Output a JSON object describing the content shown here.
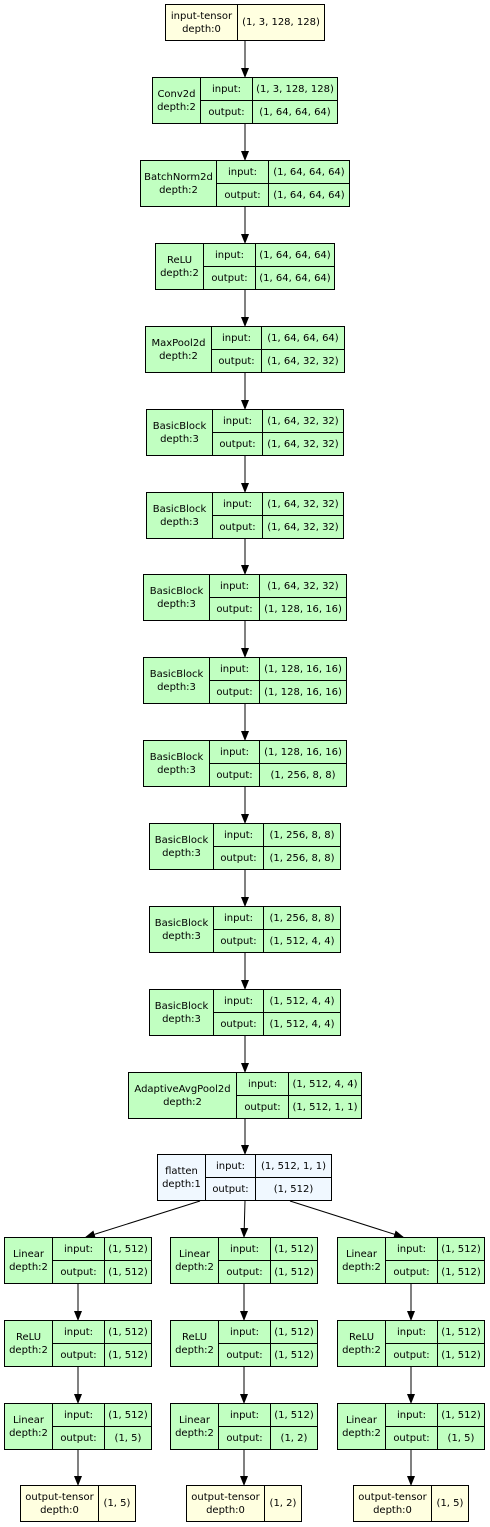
{
  "io_labels": {
    "input": "input:",
    "output": "output:"
  },
  "input_tensor": {
    "name": "input-tensor",
    "depth": "depth:0",
    "shape": "(1, 3, 128, 128)"
  },
  "trunk": [
    {
      "name": "Conv2d",
      "depth": "depth:2",
      "input": "(1, 3, 128, 128)",
      "output": "(1, 64, 64, 64)"
    },
    {
      "name": "BatchNorm2d",
      "depth": "depth:2",
      "input": "(1, 64, 64, 64)",
      "output": "(1, 64, 64, 64)"
    },
    {
      "name": "ReLU",
      "depth": "depth:2",
      "input": "(1, 64, 64, 64)",
      "output": "(1, 64, 64, 64)"
    },
    {
      "name": "MaxPool2d",
      "depth": "depth:2",
      "input": "(1, 64, 64, 64)",
      "output": "(1, 64, 32, 32)"
    },
    {
      "name": "BasicBlock",
      "depth": "depth:3",
      "input": "(1, 64, 32, 32)",
      "output": "(1, 64, 32, 32)"
    },
    {
      "name": "BasicBlock",
      "depth": "depth:3",
      "input": "(1, 64, 32, 32)",
      "output": "(1, 64, 32, 32)"
    },
    {
      "name": "BasicBlock",
      "depth": "depth:3",
      "input": "(1, 64, 32, 32)",
      "output": "(1, 128, 16, 16)"
    },
    {
      "name": "BasicBlock",
      "depth": "depth:3",
      "input": "(1, 128, 16, 16)",
      "output": "(1, 128, 16, 16)"
    },
    {
      "name": "BasicBlock",
      "depth": "depth:3",
      "input": "(1, 128, 16, 16)",
      "output": "(1, 256, 8, 8)"
    },
    {
      "name": "BasicBlock",
      "depth": "depth:3",
      "input": "(1, 256, 8, 8)",
      "output": "(1, 256, 8, 8)"
    },
    {
      "name": "BasicBlock",
      "depth": "depth:3",
      "input": "(1, 256, 8, 8)",
      "output": "(1, 512, 4, 4)"
    },
    {
      "name": "BasicBlock",
      "depth": "depth:3",
      "input": "(1, 512, 4, 4)",
      "output": "(1, 512, 4, 4)"
    },
    {
      "name": "AdaptiveAvgPool2d",
      "depth": "depth:2",
      "input": "(1, 512, 4, 4)",
      "output": "(1, 512, 1, 1)"
    }
  ],
  "flatten": {
    "name": "flatten",
    "depth": "depth:1",
    "input": "(1, 512, 1, 1)",
    "output": "(1, 512)"
  },
  "heads": [
    {
      "layers": [
        {
          "name": "Linear",
          "depth": "depth:2",
          "input": "(1, 512)",
          "output": "(1, 512)"
        },
        {
          "name": "ReLU",
          "depth": "depth:2",
          "input": "(1, 512)",
          "output": "(1, 512)"
        },
        {
          "name": "Linear",
          "depth": "depth:2",
          "input": "(1, 512)",
          "output": "(1, 5)"
        }
      ],
      "output_tensor": {
        "name": "output-tensor",
        "depth": "depth:0",
        "shape": "(1, 5)"
      }
    },
    {
      "layers": [
        {
          "name": "Linear",
          "depth": "depth:2",
          "input": "(1, 512)",
          "output": "(1, 512)"
        },
        {
          "name": "ReLU",
          "depth": "depth:2",
          "input": "(1, 512)",
          "output": "(1, 512)"
        },
        {
          "name": "Linear",
          "depth": "depth:2",
          "input": "(1, 512)",
          "output": "(1, 2)"
        }
      ],
      "output_tensor": {
        "name": "output-tensor",
        "depth": "depth:0",
        "shape": "(1, 2)"
      }
    },
    {
      "layers": [
        {
          "name": "Linear",
          "depth": "depth:2",
          "input": "(1, 512)",
          "output": "(1, 512)"
        },
        {
          "name": "ReLU",
          "depth": "depth:2",
          "input": "(1, 512)",
          "output": "(1, 512)"
        },
        {
          "name": "Linear",
          "depth": "depth:2",
          "input": "(1, 512)",
          "output": "(1, 5)"
        }
      ],
      "output_tensor": {
        "name": "output-tensor",
        "depth": "depth:0",
        "shape": "(1, 5)"
      }
    }
  ],
  "colors": {
    "layer_fill": "#c1ffc1",
    "tensor_fill": "#ffffe0",
    "function_fill": "#f0f8ff",
    "edge": "#000000"
  }
}
